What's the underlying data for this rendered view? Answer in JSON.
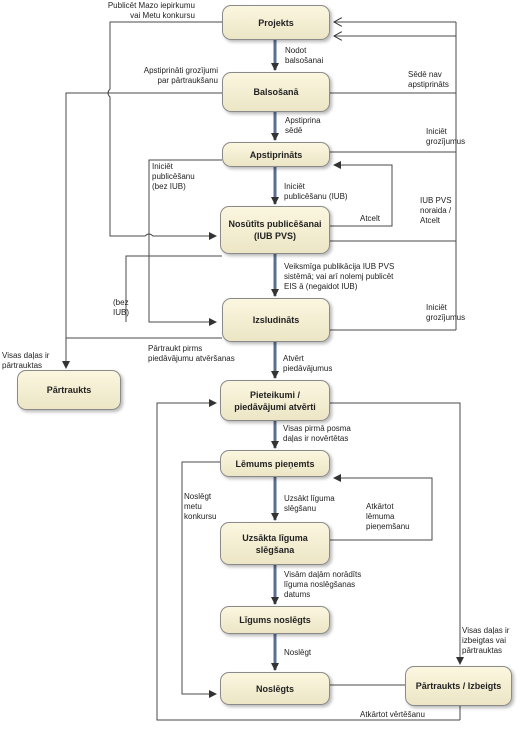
{
  "states": {
    "projekts": "Projekts",
    "balsosana": "Balsošanā",
    "apstiprinats": "Apstiprināts",
    "nosutits": "Nosūtīts publicēšanai\n(IUB PVS)",
    "izsludinats": "Izsludināts",
    "partraukts": "Pārtraukts",
    "pieteikumi": "Pieteikumi /\npiedāvājumi atvērti",
    "lemums": "Lēmums pieņemts",
    "uzsakta": "Uzsākta līguma\nslēgšana",
    "ligums": "Līgums noslēgts",
    "noslegts": "Noslēgts",
    "partraukts_izbeigts": "Pārtraukts / Izbeigts"
  },
  "labels": {
    "publicet_mazo": "Publicēt Mazo iepirkumu\nvai Metu konkursu",
    "nodot_balsosanai": "Nodot\nbalsošanai",
    "apstiprinati_grozijumi": "Apstiprināti grozījumi\npar pārtraukšanu",
    "sede_nav": "Sēdē nav\napstiprināts",
    "apstiprina_sede": "Apstiprina\nsēdē",
    "iniciet_grozijumus_1": "Iniciēt\ngrozījumus",
    "iniciet_publicesanu_bez": "Iniciēt\npublicēšanu\n(bez IUB)",
    "iniciet_publicesanu_iub": "Iniciēt\npublicēšanu (IUB)",
    "atcelt": "Atcelt",
    "iub_pvs_noraida": "IUB PVS\nnoraida /\nAtcelt",
    "veiksmiga_publikacija": "Veiksmīga publikācija IUB PVS\nsistēmā; vai arī nolemj publicēt\nEIS ā (negaidot IUB)",
    "bez_iub": "(bez\nIUB)",
    "iniciet_grozijumus_2": "Iniciēt\ngrozījumus",
    "visas_dalas_partrauktas": "Visas daļas ir\npārtrauktas",
    "partraukt_pirms": "Pārtraukt pirms\npiedāvājumu atvēršanas",
    "atvert_piedavajumus": "Atvērt\npiedāvājumus",
    "visas_pirma_posma": "Visas pirmā posma\ndaļas ir novērtētas",
    "noslegt_metu": "Noslēgt\nmetu\nkonkursu",
    "uzsakt_liguma": "Uzsākt līguma\nslēgšanu",
    "atkartot_lemuma": "Atkārtot\nlēmuma\npieņemšanu",
    "visam_dalam": "Visām daļām norādīts\nlīguma noslēgšanas\ndatums",
    "noslegt": "Noslēgt",
    "visas_izbeigtas": "Visas daļas ir\nizbeigtas vai\npārtrauktas",
    "atkartot_vertesanu": "Atkārtot vērtēšanu"
  }
}
